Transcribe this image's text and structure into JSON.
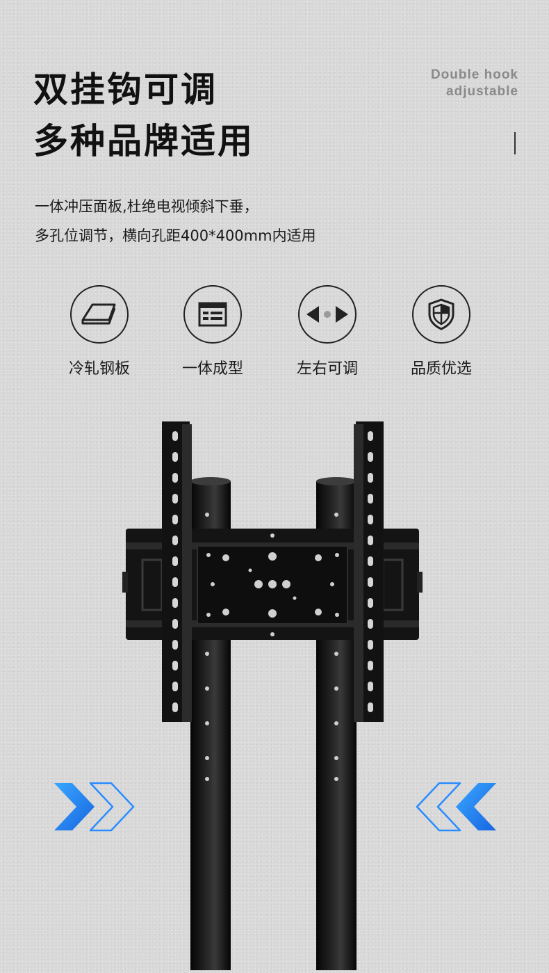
{
  "header": {
    "title_line1": "双挂钩可调",
    "title_line2": "多种品牌适用",
    "english_line1": "Double hook",
    "english_line2": "adjustable"
  },
  "description": {
    "line1": "一体冲压面板,杜绝电视倾斜下垂，",
    "line2": "多孔位调节，横向孔距400*400mm内适用"
  },
  "features": [
    {
      "label": "冷轧钢板",
      "icon": "steel-plate-icon"
    },
    {
      "label": "一体成型",
      "icon": "panel-window-icon"
    },
    {
      "label": "左右可调",
      "icon": "left-right-arrows-icon"
    },
    {
      "label": "品质优选",
      "icon": "shield-icon"
    }
  ],
  "colors": {
    "background": "#d8d8d8",
    "text": "#111111",
    "subtle_text": "#8a8a8a",
    "accent_blue": "#1e7bf0",
    "product_black": "#151515"
  }
}
